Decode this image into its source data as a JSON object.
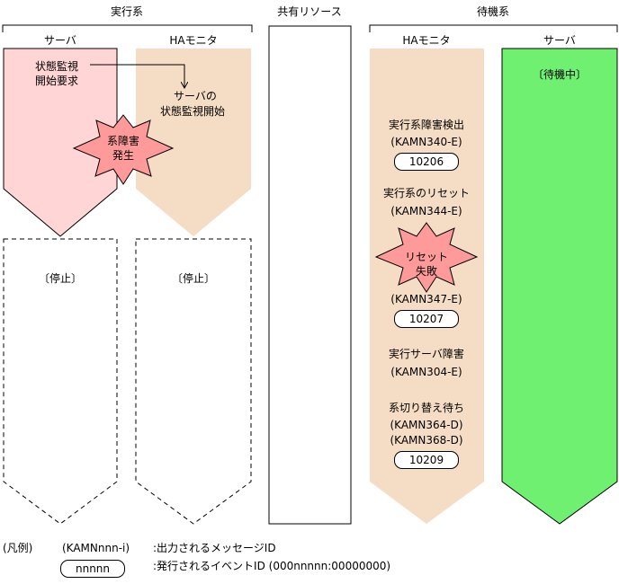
{
  "groups": {
    "active": "実行系",
    "shared": "共有リソース",
    "standby": "待機系"
  },
  "columns": {
    "active_server": "サーバ",
    "active_ha": "HAモニタ",
    "standby_ha": "HAモニタ",
    "standby_server": "サーバ"
  },
  "active_server": {
    "request": [
      "状態監視",
      "開始要求"
    ],
    "stopped": "〔停止〕"
  },
  "active_ha": {
    "start": [
      "サーバの",
      "状態監視開始"
    ],
    "stopped": "〔停止〕"
  },
  "failure_burst": [
    "系障害",
    "発生"
  ],
  "standby_ha": {
    "events": [
      {
        "label": "実行系障害検出",
        "codes": [
          "(KAMN340-E)"
        ],
        "event_id": "10206"
      },
      {
        "label": "実行系のリセット",
        "codes": [
          "(KAMN344-E)"
        ],
        "event_id": ""
      },
      {
        "label": "",
        "codes": [
          "(KAMN347-E)"
        ],
        "event_id": "10207"
      },
      {
        "label": "実行サーバ障害",
        "codes": [
          "(KAMN304-E)"
        ],
        "event_id": ""
      },
      {
        "label": "系切り替え待ち",
        "codes": [
          "(KAMN364-D)",
          "(KAMN368-D)"
        ],
        "event_id": "10209"
      }
    ],
    "reset_burst": [
      "リセット",
      "失敗"
    ]
  },
  "standby_server": {
    "status": "〔待機中〕"
  },
  "legend": {
    "title": "(凡例)",
    "message_sample": "(KAMNnnn-i)",
    "message_desc": ":出力されるメッセージID",
    "event_sample": "nnnnn",
    "event_desc": ":発行されるイベントID (000nnnnn:00000000)"
  },
  "colors": {
    "active_server_fill": "#ffd5d5",
    "ha_fill": "#f5dcc4",
    "standby_server_fill": "#70f070",
    "burst_fill": "#ff9a9a"
  }
}
